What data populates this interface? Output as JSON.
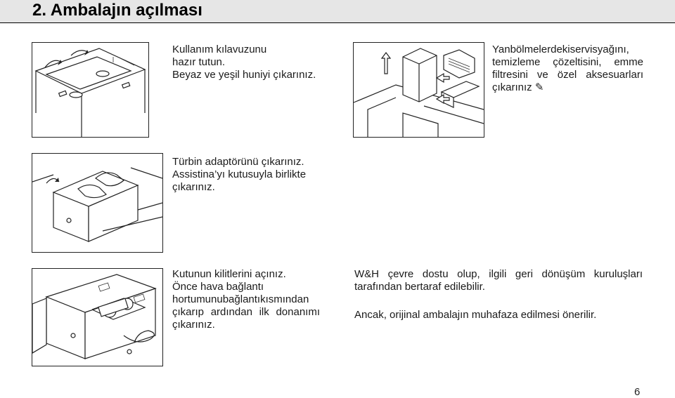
{
  "header": {
    "title": "2. Ambalajın açılması"
  },
  "steps": [
    {
      "lines": [
        "Kullanım kılavuzunu",
        "hazır tutun.",
        "Beyaz ve yeşil huniyi çıkarınız."
      ]
    },
    {
      "lines": [
        "Yanbölmelerdekiservisyağını,",
        "temizleme çözeltisini, emme",
        "filtresini ve özel aksesuarları",
        "çıkarınız ✎"
      ]
    },
    {
      "lines": [
        "Türbin adaptörünü çıkarınız.",
        "Assistina’yı kutusuyla birlikte",
        "çıkarınız."
      ]
    },
    {
      "lines": [
        "Kutunun kilitlerini açınız.",
        "Önce hava bağlantı",
        "hortumunubağlantıkısmından",
        "çıkarıp ardından ilk donanımı",
        "çıkarınız."
      ]
    }
  ],
  "recycling": {
    "lines": [
      "W&H çevre dostu olup, ilgili geri dönüşüm kuruluşları",
      "tarafından bertaraf edilebilir."
    ],
    "note": "Ancak, orijinal ambalajın muhafaza edilmesi önerilir."
  },
  "page_number": "6"
}
